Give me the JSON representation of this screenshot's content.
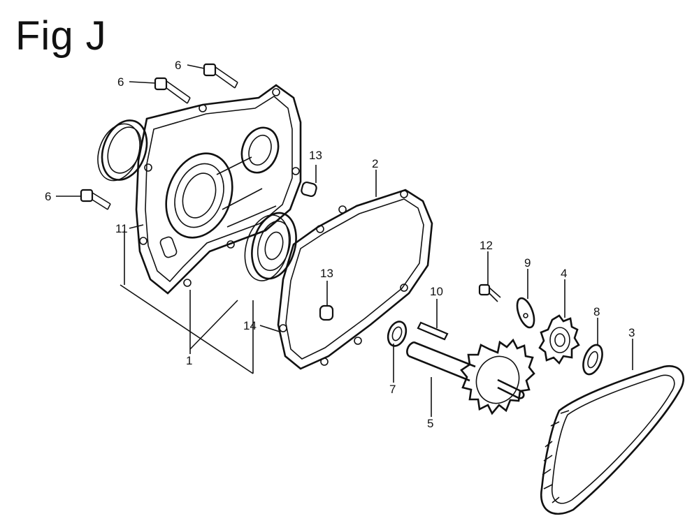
{
  "figure": {
    "title": "Fig J"
  },
  "callouts": [
    {
      "id": "c6a",
      "label": "6"
    },
    {
      "id": "c6b",
      "label": "6"
    },
    {
      "id": "c6c",
      "label": "6"
    },
    {
      "id": "c13a",
      "label": "13"
    },
    {
      "id": "c2",
      "label": "2"
    },
    {
      "id": "c11",
      "label": "11"
    },
    {
      "id": "c13b",
      "label": "13"
    },
    {
      "id": "c14",
      "label": "14"
    },
    {
      "id": "c1",
      "label": "1"
    },
    {
      "id": "c12",
      "label": "12"
    },
    {
      "id": "c9",
      "label": "9"
    },
    {
      "id": "c4",
      "label": "4"
    },
    {
      "id": "c10",
      "label": "10"
    },
    {
      "id": "c8",
      "label": "8"
    },
    {
      "id": "c3",
      "label": "3"
    },
    {
      "id": "c7",
      "label": "7"
    },
    {
      "id": "c5",
      "label": "5"
    }
  ]
}
